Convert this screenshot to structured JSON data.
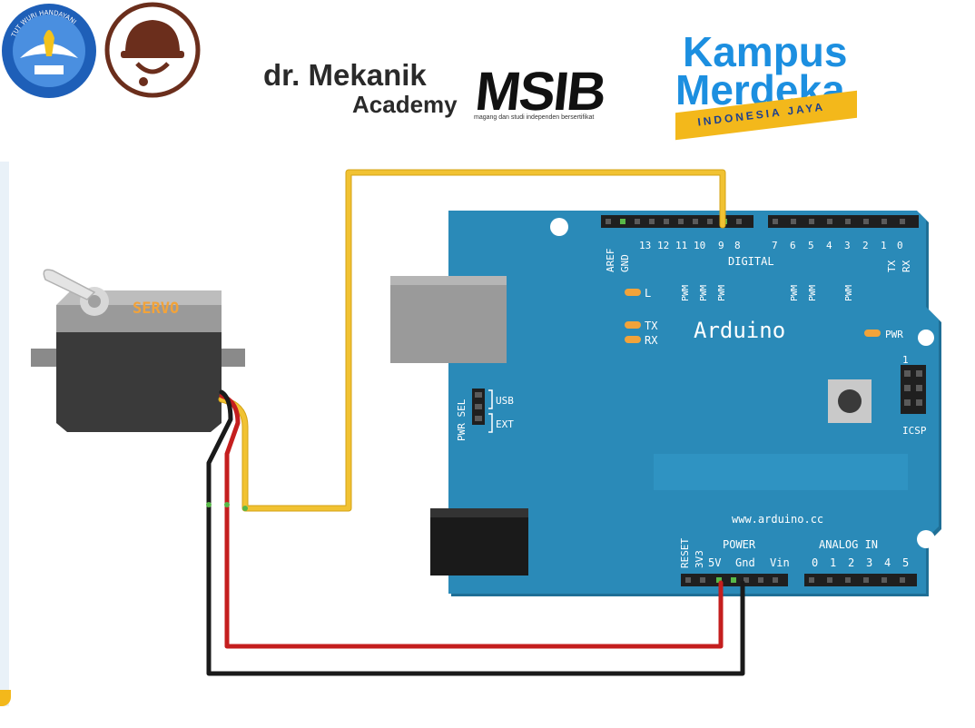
{
  "logos": {
    "tut_wuri_motto": "TUT WURI HANDAYANI",
    "drmekanik": {
      "title": "dr. Mekanik",
      "subtitle": "Academy"
    },
    "msib": {
      "word": "MSIB",
      "tagline": "magang dan studi independen bersertifikat"
    },
    "kampus_merdeka": {
      "line1": "Kampus",
      "line2": "Merdeka",
      "ribbon": "INDONESIA JAYA"
    }
  },
  "servo": {
    "label": "SERVO"
  },
  "board": {
    "name": "Arduino",
    "website": "www.arduino.cc",
    "aref": "AREF",
    "gnd": "GND",
    "digital_pins_left": [
      "13",
      "12",
      "11",
      "10",
      "9",
      "8"
    ],
    "digital_pins_right": [
      "7",
      "6",
      "5",
      "4",
      "3",
      "2",
      "1",
      "0"
    ],
    "tx": "TX",
    "rx": "RX",
    "digital_label": "DIGITAL",
    "pwm": "PWM",
    "led_l": "L",
    "led_tx": "TX",
    "led_rx": "RX",
    "pwr": "PWR",
    "pwr_sel": "PWR SEL",
    "usb": "USB",
    "ext": "EXT",
    "icsp": "ICSP",
    "icsp_pin": "1",
    "reset": "RESET",
    "v3v3": "3V3",
    "power": "POWER",
    "v5": "5V",
    "gnd_power": "Gnd",
    "vin": "Vin",
    "analog_in": "ANALOG IN",
    "analog_pins": [
      "0",
      "1",
      "2",
      "3",
      "4",
      "5"
    ]
  },
  "colors": {
    "board": "#2a8ab8",
    "board_shadow": "#1f6f96",
    "signal_wire": "#f1c232",
    "power_wire": "#c41e1e",
    "ground_wire": "#1a1a1a",
    "servo_body": "#3a3a3a",
    "servo_top": "#8a8a8a",
    "label_orange": "#f2a33a"
  }
}
